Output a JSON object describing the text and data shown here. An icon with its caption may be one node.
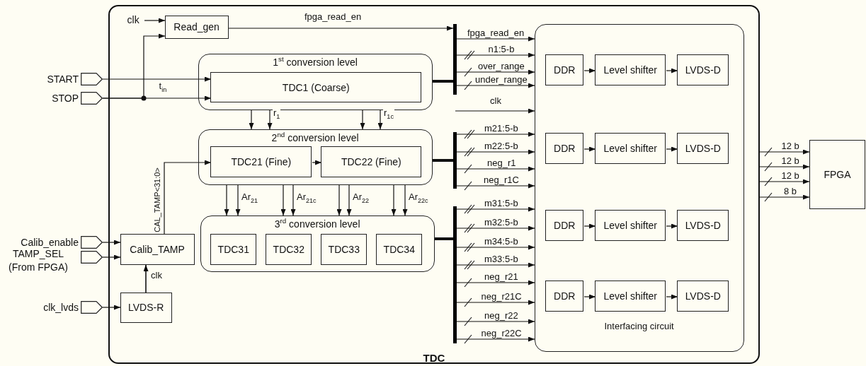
{
  "diagram": {
    "nodes": [
      {
        "text": [
          "TDC"
        ]
      },
      {
        "text": [
          "clk"
        ],
        "in": 0
      },
      {
        "text": [
          "Read_gen"
        ],
        "in": 0
      },
      {
        "text": [
          "START"
        ]
      },
      {
        "text": [
          "STOP"
        ]
      },
      {
        "text": [
          "1$^{st}$ conversion level"
        ],
        "in": 0
      },
      {
        "text": [
          "TDC1 (Coarse)"
        ],
        "in": 5
      },
      {
        "text": [
          "2$^{nd}$ conversion level"
        ],
        "in": 0
      },
      {
        "text": [
          "TDC21 (Fine)"
        ],
        "in": 7
      },
      {
        "text": [
          "TDC22 (Fine)"
        ],
        "in": 7
      },
      {
        "text": [
          "3$^{rd}$ conversion level"
        ],
        "in": 0
      },
      {
        "text": [
          "TDC31"
        ],
        "in": 10
      },
      {
        "text": [
          "TDC32"
        ],
        "in": 10
      },
      {
        "text": [
          "TDC33"
        ],
        "in": 10
      },
      {
        "text": [
          "TDC34"
        ],
        "in": 10
      },
      {
        "text": [
          "Calib_enable"
        ]
      },
      {
        "text": [
          "TAMP_SEL (From FPGA)"
        ]
      },
      {
        "text": [
          "Calib_TAMP"
        ],
        "in": 0
      },
      {
        "text": [
          "clk_lvds"
        ]
      },
      {
        "text": [
          "LVDS-R"
        ],
        "in": 0
      },
      {
        "text": [],
        "shape": "bar",
        "in": 0
      },
      {
        "text": [],
        "shape": "bar",
        "in": 0
      },
      {
        "text": [],
        "shape": "bar",
        "in": 0
      },
      {
        "text": [
          "Interfacing circuit"
        ],
        "in": 0
      },
      {
        "text": [
          "DDR"
        ],
        "in": 23
      },
      {
        "text": [
          "Level shifter"
        ],
        "in": 23
      },
      {
        "text": [
          "LVDS-D"
        ],
        "in": 23
      },
      {
        "text": [
          "DDR"
        ],
        "in": 23
      },
      {
        "text": [
          "Level shifter"
        ],
        "in": 23
      },
      {
        "text": [
          "LVDS-D"
        ],
        "in": 23
      },
      {
        "text": [
          "DDR"
        ],
        "in": 23
      },
      {
        "text": [
          "Level shifter"
        ],
        "in": 23
      },
      {
        "text": [
          "LVDS-D"
        ],
        "in": 23
      },
      {
        "text": [
          "DDR"
        ],
        "in": 23
      },
      {
        "text": [
          "Level shifter"
        ],
        "in": 23
      },
      {
        "text": [
          "LVDS-D"
        ],
        "in": 23
      },
      {
        "text": [
          "FPGA"
        ]
      }
    ],
    "edges": [
      {
        "from": 1,
        "to": 2,
        "arrow": "to"
      },
      {
        "from": 3,
        "to": 6,
        "arrow": "to"
      },
      {
        "from": 4,
        "to": 6,
        "arrow": "to",
        "label": "t$_{in}$"
      },
      {
        "from": 4,
        "to": 2,
        "arrow": "to"
      },
      {
        "from": 2,
        "to": 20,
        "arrow": "to",
        "label": "fpga_read_en"
      },
      {
        "from": 5,
        "to": 20,
        "arrow": "none",
        "style": "thick"
      },
      {
        "from": 20,
        "to": 23,
        "arrow": "to",
        "label": "fpga_read_en"
      },
      {
        "from": 20,
        "to": 23,
        "arrow": "to",
        "label": "n1:5-b"
      },
      {
        "from": 20,
        "to": 23,
        "arrow": "to",
        "label": "over_range"
      },
      {
        "from": 20,
        "to": 23,
        "arrow": "to",
        "label": "under_range"
      },
      {
        "from": null,
        "to": 23,
        "arrow": "to",
        "label": "clk"
      },
      {
        "from": 5,
        "to": 7,
        "arrow": "to"
      },
      {
        "from": 5,
        "to": 7,
        "arrow": "to",
        "label": "r$_{1}$"
      },
      {
        "from": 5,
        "to": 7,
        "arrow": "to"
      },
      {
        "from": 5,
        "to": 7,
        "arrow": "to",
        "label": "r$_{1c}$"
      },
      {
        "from": 8,
        "to": 9,
        "arrow": "to"
      },
      {
        "from": 7,
        "to": 21,
        "arrow": "none",
        "style": "thick"
      },
      {
        "from": 21,
        "to": 23,
        "arrow": "to",
        "label": "m21:5-b"
      },
      {
        "from": 21,
        "to": 23,
        "arrow": "to",
        "label": "m22:5-b"
      },
      {
        "from": 21,
        "to": 23,
        "arrow": "to",
        "label": "neg_r1"
      },
      {
        "from": 21,
        "to": 23,
        "arrow": "to",
        "label": "neg_r1C"
      },
      {
        "from": 7,
        "to": 10,
        "arrow": "to"
      },
      {
        "from": 7,
        "to": 10,
        "arrow": "to",
        "label": "Ar$_{21}$"
      },
      {
        "from": 7,
        "to": 10,
        "arrow": "to"
      },
      {
        "from": 7,
        "to": 10,
        "arrow": "to",
        "label": "Ar$_{21c}$"
      },
      {
        "from": 7,
        "to": 10,
        "arrow": "to"
      },
      {
        "from": 7,
        "to": 10,
        "arrow": "to",
        "label": "Ar$_{22}$"
      },
      {
        "from": 7,
        "to": 10,
        "arrow": "to"
      },
      {
        "from": 7,
        "to": 10,
        "arrow": "to",
        "label": "Ar$_{22c}$"
      },
      {
        "from": 10,
        "to": 22,
        "arrow": "none",
        "style": "thick"
      },
      {
        "from": 22,
        "to": 23,
        "arrow": "to",
        "label": "m31:5-b"
      },
      {
        "from": 22,
        "to": 23,
        "arrow": "to",
        "label": "m32:5-b"
      },
      {
        "from": 22,
        "to": 23,
        "arrow": "to",
        "label": "m34:5-b"
      },
      {
        "from": 22,
        "to": 23,
        "arrow": "to",
        "label": "m33:5-b"
      },
      {
        "from": 22,
        "to": 23,
        "arrow": "to",
        "label": "neg_r21"
      },
      {
        "from": 22,
        "to": 23,
        "arrow": "to",
        "label": "neg_r21C"
      },
      {
        "from": 22,
        "to": 23,
        "arrow": "to",
        "label": "neg_r22"
      },
      {
        "from": 22,
        "to": 23,
        "arrow": "to",
        "label": "neg_r22C"
      },
      {
        "from": 17,
        "to": 8,
        "arrow": "to",
        "label": "CAL_TAMP<31:0>"
      },
      {
        "from": 15,
        "to": 17,
        "arrow": "to"
      },
      {
        "from": 16,
        "to": 17,
        "arrow": "to"
      },
      {
        "from": 18,
        "to": 19,
        "arrow": "to"
      },
      {
        "from": 19,
        "to": 17,
        "arrow": "to",
        "label": "clk"
      },
      {
        "from": 24,
        "to": 25,
        "arrow": "to"
      },
      {
        "from": 25,
        "to": 26,
        "arrow": "to"
      },
      {
        "from": 27,
        "to": 28,
        "arrow": "to"
      },
      {
        "from": 28,
        "to": 29,
        "arrow": "to"
      },
      {
        "from": 30,
        "to": 31,
        "arrow": "to"
      },
      {
        "from": 31,
        "to": 32,
        "arrow": "to"
      },
      {
        "from": 33,
        "to": 34,
        "arrow": "to"
      },
      {
        "from": 34,
        "to": 35,
        "arrow": "to"
      },
      {
        "from": 0,
        "to": 36,
        "arrow": "to",
        "label": "12 b"
      },
      {
        "from": 0,
        "to": 36,
        "arrow": "to",
        "label": "12 b"
      },
      {
        "from": 0,
        "to": 36,
        "arrow": "to",
        "label": "12 b"
      },
      {
        "from": 0,
        "to": 36,
        "arrow": "to",
        "label": "8 b"
      }
    ]
  }
}
